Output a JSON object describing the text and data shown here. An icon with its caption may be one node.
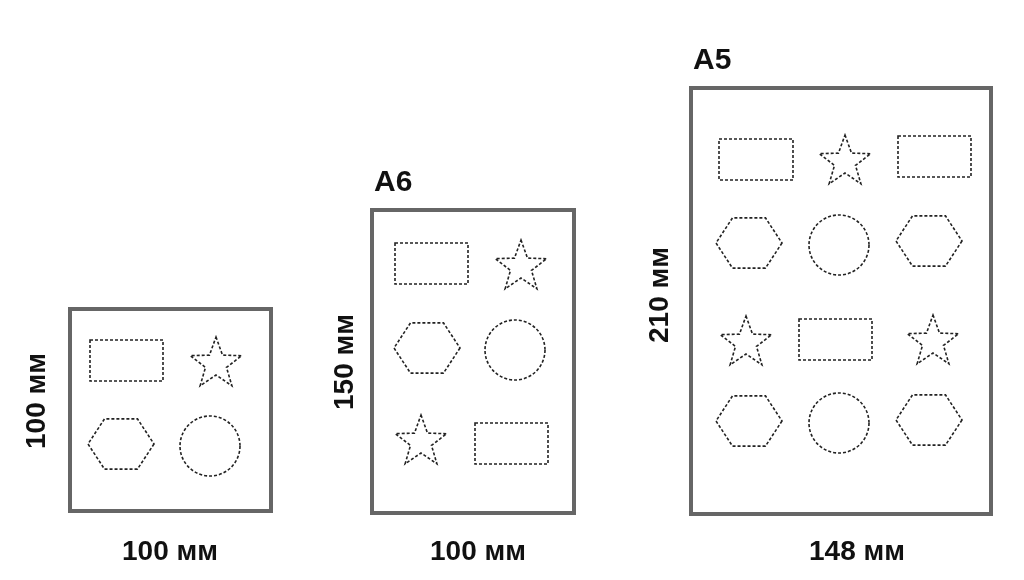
{
  "diagram": {
    "nodes": [
      {
        "text": [],
        "shape": "box"
      },
      {
        "text": [
          "A6"
        ]
      },
      {
        "text": [
          "A5"
        ]
      }
    ],
    "edges": [],
    "labels": [
      "100 мм",
      "100 мм",
      "150 мм",
      "100 мм",
      "210 мм",
      "148 мм"
    ]
  }
}
